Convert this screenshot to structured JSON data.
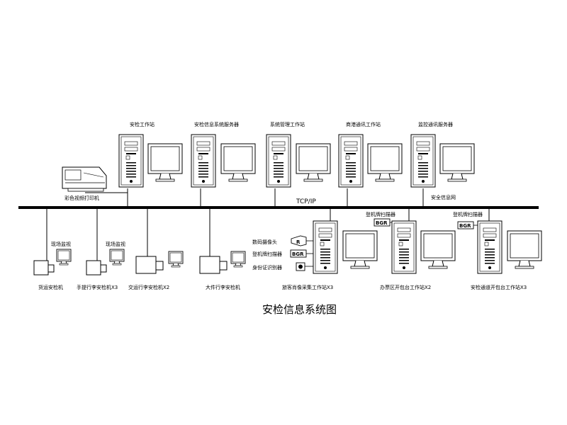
{
  "diagram": {
    "title": "安检信息系统图",
    "bus_label": "TCP/IP",
    "top_nodes": [
      {
        "id": "security-workstation",
        "label": "安检工作站"
      },
      {
        "id": "info-server",
        "label": "安检信息系统服务器"
      },
      {
        "id": "system-mgmt",
        "label": "系统管理工作站"
      },
      {
        "id": "port-comm",
        "label": "商港通讯工作站"
      },
      {
        "id": "monitor-server",
        "label": "监控通讯服务器"
      }
    ],
    "printer_label": "彩色视频打印机",
    "security_net_label": "安全信息网",
    "bottom_left": [
      {
        "id": "cargo",
        "label": "货运安检机",
        "monitor_label": "现场监视"
      },
      {
        "id": "handbag",
        "label": "手提行李安检机X3",
        "monitor_label": "现场监视"
      },
      {
        "id": "checked",
        "label": "交运行李安检机X2"
      },
      {
        "id": "oversize",
        "label": "大件行李安检机"
      }
    ],
    "passenger_station": {
      "label": "旅客肖像采集工作站X3",
      "peripherals": [
        "数码摄像头",
        "登机牌扫描器",
        "身份证识别器"
      ],
      "camera_text": "R",
      "scanner_text": "BGR"
    },
    "office_station": {
      "label": "办票区开包台工作站X2",
      "scanner_label": "登机牌扫描器",
      "scanner_text": "BGR"
    },
    "gate_station": {
      "label": "安检通道开包台工作站X3",
      "scanner_label": "登机牌扫描器",
      "scanner_text": "BGR"
    }
  }
}
